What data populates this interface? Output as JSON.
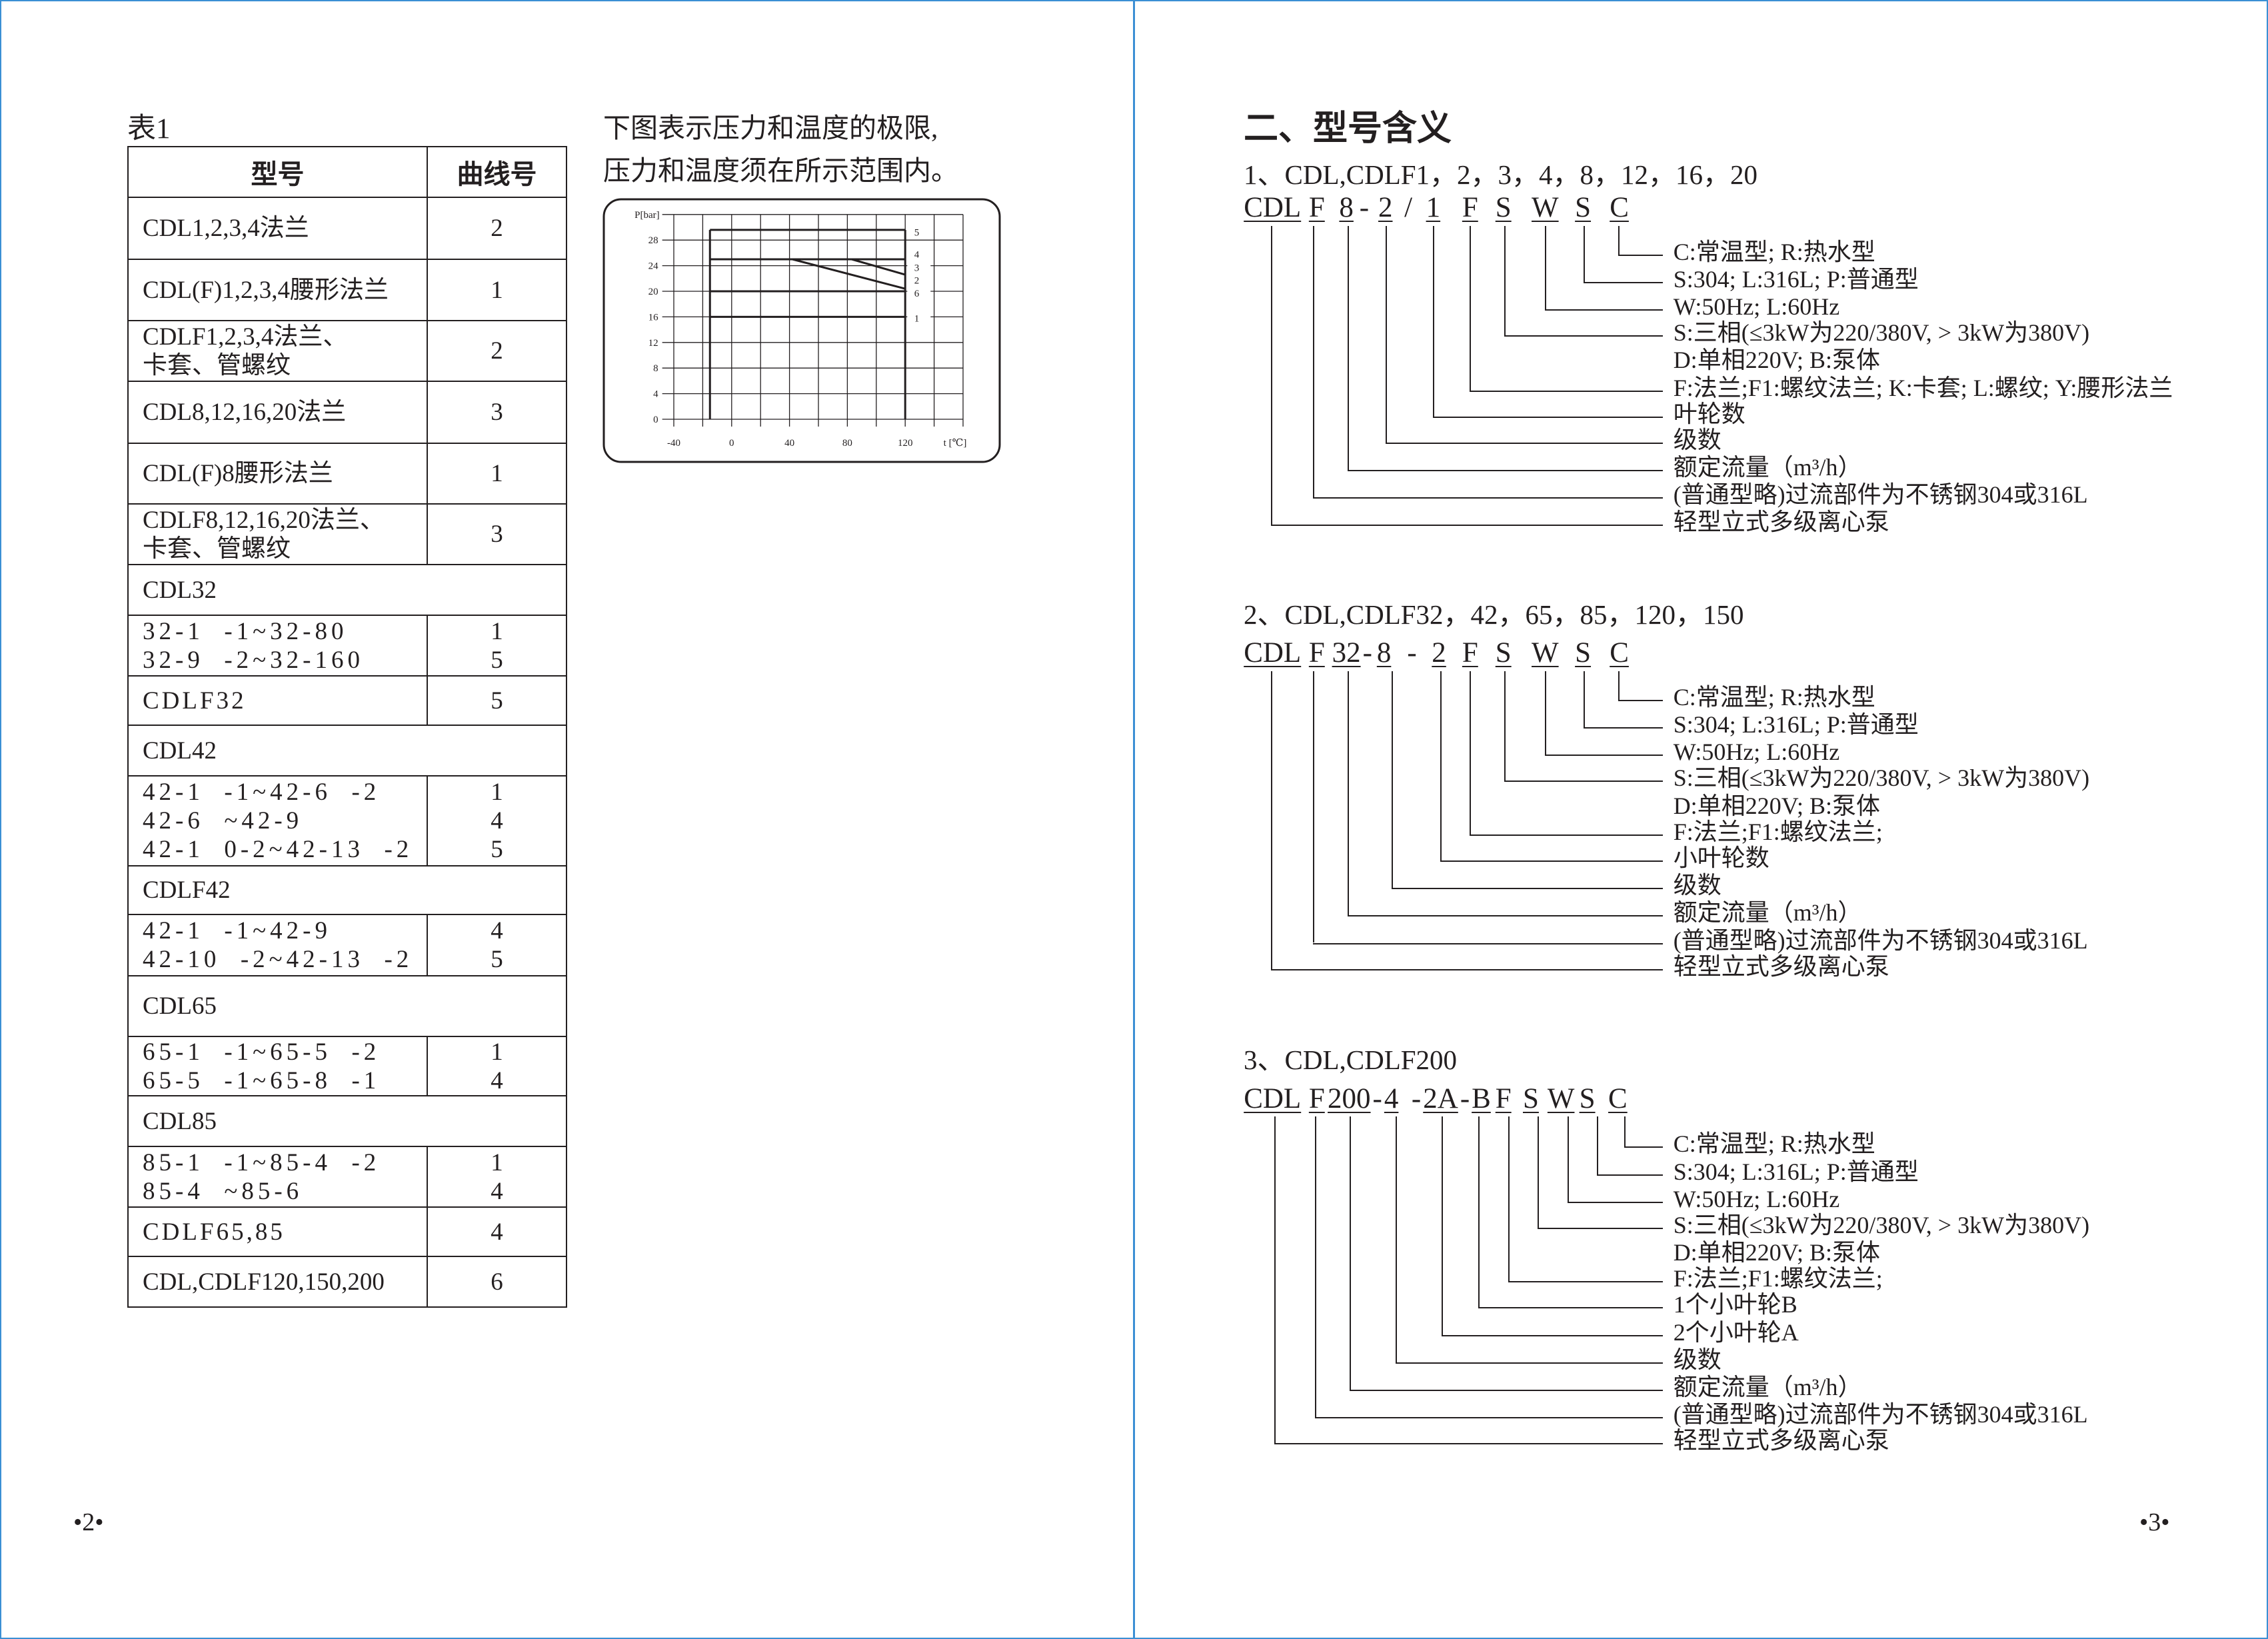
{
  "left_page": {
    "table_label": "表1",
    "note_lines": [
      "下图表示压力和温度的极限,",
      "压力和温度须在所示范围内。"
    ],
    "table": {
      "headers": [
        "型号",
        "曲线号"
      ],
      "rows": [
        {
          "model": "CDL1,2,3,4法兰",
          "curve": "2"
        },
        {
          "model": "CDL(F)1,2,3,4腰形法兰",
          "curve": "1"
        },
        {
          "model": "CDLF1,2,3,4法兰、\n卡套、管螺纹",
          "curve": "2"
        },
        {
          "model": "CDL8,12,16,20法兰",
          "curve": "3"
        },
        {
          "model": "CDL(F)8腰形法兰",
          "curve": "1"
        },
        {
          "model": "CDLF8,12,16,20法兰、\n卡套、管螺纹",
          "curve": "3"
        },
        {
          "model": "CDL32",
          "span": true
        },
        {
          "model": "32-1  -1~32-80\n32-9  -2~32-160",
          "curve": "1\n5"
        },
        {
          "model": "CDLF32",
          "curve": "5"
        },
        {
          "model": "CDL42",
          "span": true
        },
        {
          "model": "42-1  -1~42-6  -2\n42-6  ~42-9\n42-1  0-2~42-13  -2",
          "curve": "1\n4\n5"
        },
        {
          "model": "CDLF42",
          "span": true
        },
        {
          "model": "42-1  -1~42-9\n42-10  -2~42-13  -2",
          "curve": "4\n5"
        },
        {
          "model": "CDL65",
          "span": true
        },
        {
          "model": "65-1  -1~65-5  -2\n65-5  -1~65-8  -1",
          "curve": "1\n4"
        },
        {
          "model": "CDL85",
          "span": true
        },
        {
          "model": "85-1  -1~85-4  -2\n85-4  ~85-6",
          "curve": "1\n4"
        },
        {
          "model": "CDLF65,85",
          "curve": "4"
        },
        {
          "model": "CDL,CDLF120,150,200",
          "curve": "6"
        }
      ]
    },
    "page_number": "•2•"
  },
  "chart_data": {
    "type": "line",
    "title": "",
    "xlabel": "t [℃]",
    "ylabel": "P[bar]",
    "xlim": [
      -48,
      160
    ],
    "ylim": [
      0,
      32
    ],
    "x_ticks": [
      -40,
      0,
      40,
      80,
      120
    ],
    "y_ticks": [
      0,
      4,
      8,
      12,
      16,
      20,
      24,
      28
    ],
    "grid": true,
    "series": [
      {
        "name": "5",
        "points": [
          [
            -15,
            29.6
          ],
          [
            120,
            29.6
          ]
        ]
      },
      {
        "name": "4",
        "points": [
          [
            -15,
            25
          ],
          [
            120,
            25
          ]
        ]
      },
      {
        "name": "3",
        "points": [
          [
            -15,
            25
          ],
          [
            83,
            25
          ],
          [
            120,
            22.6
          ]
        ]
      },
      {
        "name": "2",
        "points": [
          [
            -15,
            25
          ],
          [
            42,
            25
          ],
          [
            120,
            20.4
          ]
        ]
      },
      {
        "name": "6",
        "points": [
          [
            -15,
            20
          ],
          [
            120,
            20
          ]
        ]
      },
      {
        "name": "1",
        "points": [
          [
            -15,
            16
          ],
          [
            120,
            16
          ]
        ]
      }
    ],
    "boundary_temps": [
      -15,
      120
    ],
    "curve_labels": [
      "5",
      "4",
      "3",
      "2",
      "6",
      "1"
    ]
  },
  "right_page": {
    "heading": "二、型号含义",
    "sections": [
      {
        "title": "1、CDL,CDLF1，2，3，4，8，12，16，20",
        "code": [
          "CDL",
          "F",
          "8",
          "-",
          "2",
          "/",
          "1",
          "F",
          "S",
          "W",
          "S",
          "C"
        ],
        "descriptions": [
          "C:常温型; R:热水型",
          "S:304; L:316L; P:普通型",
          "W:50Hz; L:60Hz",
          "S:三相(≤3kW为220/380V, > 3kW为380V)",
          "D:单相220V; B:泵体",
          "F:法兰;F1:螺纹法兰; K:卡套; L:螺纹; Y:腰形法兰",
          "叶轮数",
          "级数",
          "额定流量（m³/h）",
          "(普通型略)过流部件为不锈钢304或316L",
          "轻型立式多级离心泵"
        ]
      },
      {
        "title": "2、CDL,CDLF32，42，65，85，120，150",
        "code": [
          "CDL",
          "F",
          "32",
          "-",
          "8",
          "-",
          "2",
          "F",
          "S",
          "W",
          "S",
          "C"
        ],
        "descriptions": [
          "C:常温型; R:热水型",
          "S:304; L:316L; P:普通型",
          "W:50Hz; L:60Hz",
          "S:三相(≤3kW为220/380V, > 3kW为380V)",
          "D:单相220V; B:泵体",
          "F:法兰;F1:螺纹法兰;",
          "小叶轮数",
          "级数",
          "额定流量（m³/h）",
          "(普通型略)过流部件为不锈钢304或316L",
          "轻型立式多级离心泵"
        ]
      },
      {
        "title": "3、CDL,CDLF200",
        "code": [
          "CDL",
          "F",
          "200",
          "-",
          "4",
          "-",
          "2A",
          "-",
          "B",
          "F",
          "S",
          "W",
          "S",
          "C"
        ],
        "descriptions": [
          "C:常温型; R:热水型",
          "S:304; L:316L; P:普通型",
          "W:50Hz; L:60Hz",
          "S:三相(≤3kW为220/380V, > 3kW为380V)",
          "D:单相220V; B:泵体",
          "F:法兰;F1:螺纹法兰;",
          "1个小叶轮B",
          "2个小叶轮A",
          "级数",
          "额定流量（m³/h）",
          "(普通型略)过流部件为不锈钢304或316L",
          "轻型立式多级离心泵"
        ]
      }
    ],
    "page_number": "•3•"
  },
  "colors": {
    "ink": "#231f20",
    "border": "#3b8fd4"
  }
}
